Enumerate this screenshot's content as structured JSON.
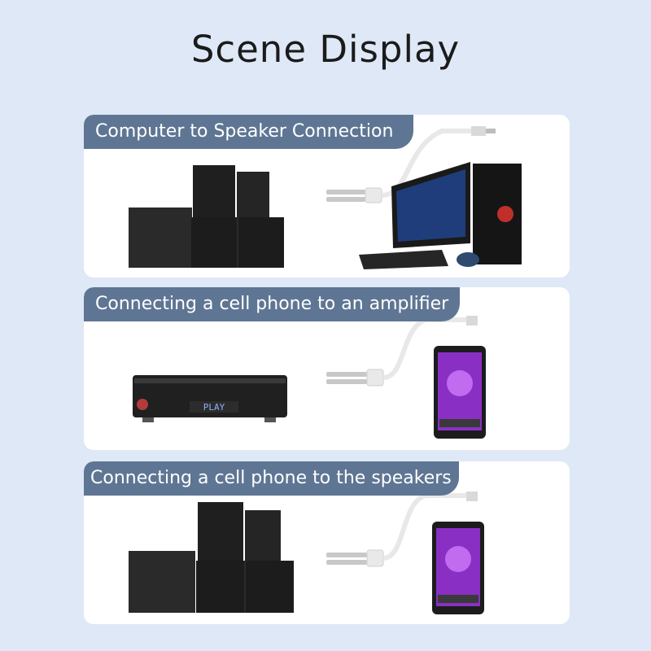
{
  "page": {
    "title": "Scene Display"
  },
  "scenes": [
    {
      "label": "Computer to Speaker Connection"
    },
    {
      "label": "Connecting a cell phone to an amplifier",
      "device_display": "PLAY"
    },
    {
      "label": "Connecting a cell phone to the speakers"
    }
  ],
  "colors": {
    "background": "#dfe8f6",
    "panel": "#ffffff",
    "label_bg": "#5e7693",
    "phone_screen": "#8a2fc4"
  }
}
